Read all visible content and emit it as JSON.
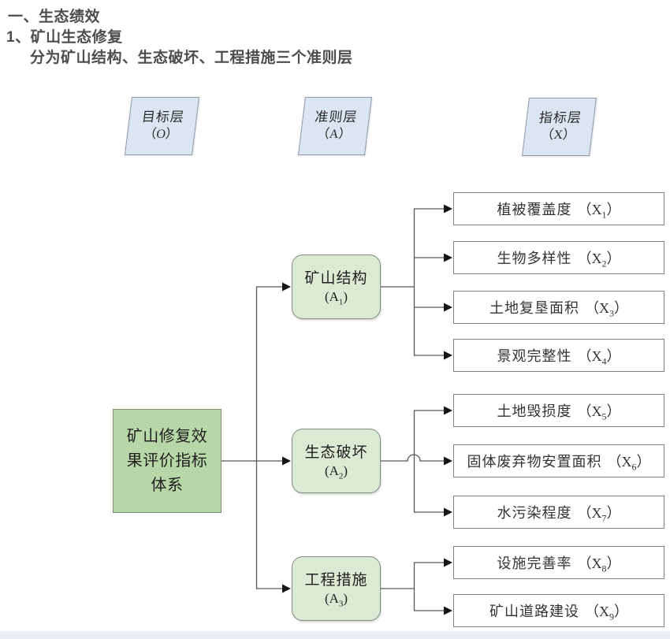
{
  "header": {
    "line1": "一、生态绩效",
    "line2": "1、矿山生态修复",
    "line3": "分为矿山结构、生态破坏、工程措施三个准则层"
  },
  "layers": [
    {
      "title": "目标层",
      "code": "（O）"
    },
    {
      "title": "准则层",
      "code": "（A）"
    },
    {
      "title": "指标层",
      "code": "（X）"
    }
  ],
  "goal": {
    "text": "矿山修复效果评价指标体系"
  },
  "criteria": [
    {
      "name": "矿山结构",
      "code_pre": "(A",
      "code_sub": "1",
      "code_post": ")"
    },
    {
      "name": "生态破坏",
      "code_pre": "(A",
      "code_sub": "2",
      "code_post": ")"
    },
    {
      "name": "工程措施",
      "code_pre": "(A",
      "code_sub": "3",
      "code_post": ")"
    }
  ],
  "indicators": [
    {
      "name": "植被覆盖度",
      "code_pre": "（X",
      "code_sub": "1",
      "code_post": "）"
    },
    {
      "name": "生物多样性",
      "code_pre": "（X",
      "code_sub": "2",
      "code_post": "）"
    },
    {
      "name": "土地复垦面积",
      "code_pre": "（X",
      "code_sub": "3",
      "code_post": "）"
    },
    {
      "name": "景观完整性",
      "code_pre": "（X",
      "code_sub": "4",
      "code_post": "）"
    },
    {
      "name": "土地毁损度",
      "code_pre": "（X",
      "code_sub": "5",
      "code_post": "）"
    },
    {
      "name": "固体废弃物安置面积",
      "code_pre": "（X",
      "code_sub": "6",
      "code_post": "）"
    },
    {
      "name": "水污染程度",
      "code_pre": "（X",
      "code_sub": "7",
      "code_post": "）"
    },
    {
      "name": "设施完善率",
      "code_pre": "（X",
      "code_sub": "8",
      "code_post": "）"
    },
    {
      "name": "矿山道路建设",
      "code_pre": "（X",
      "code_sub": "9",
      "code_post": "）"
    }
  ],
  "colors": {
    "title_text": "#4d4d4d",
    "goal_fill": "#b7d7a8",
    "criteria_fill": "#dcead3",
    "indicator_fill": "#ffffff",
    "layer_fill": "#dce6f2",
    "line": "#595959"
  }
}
